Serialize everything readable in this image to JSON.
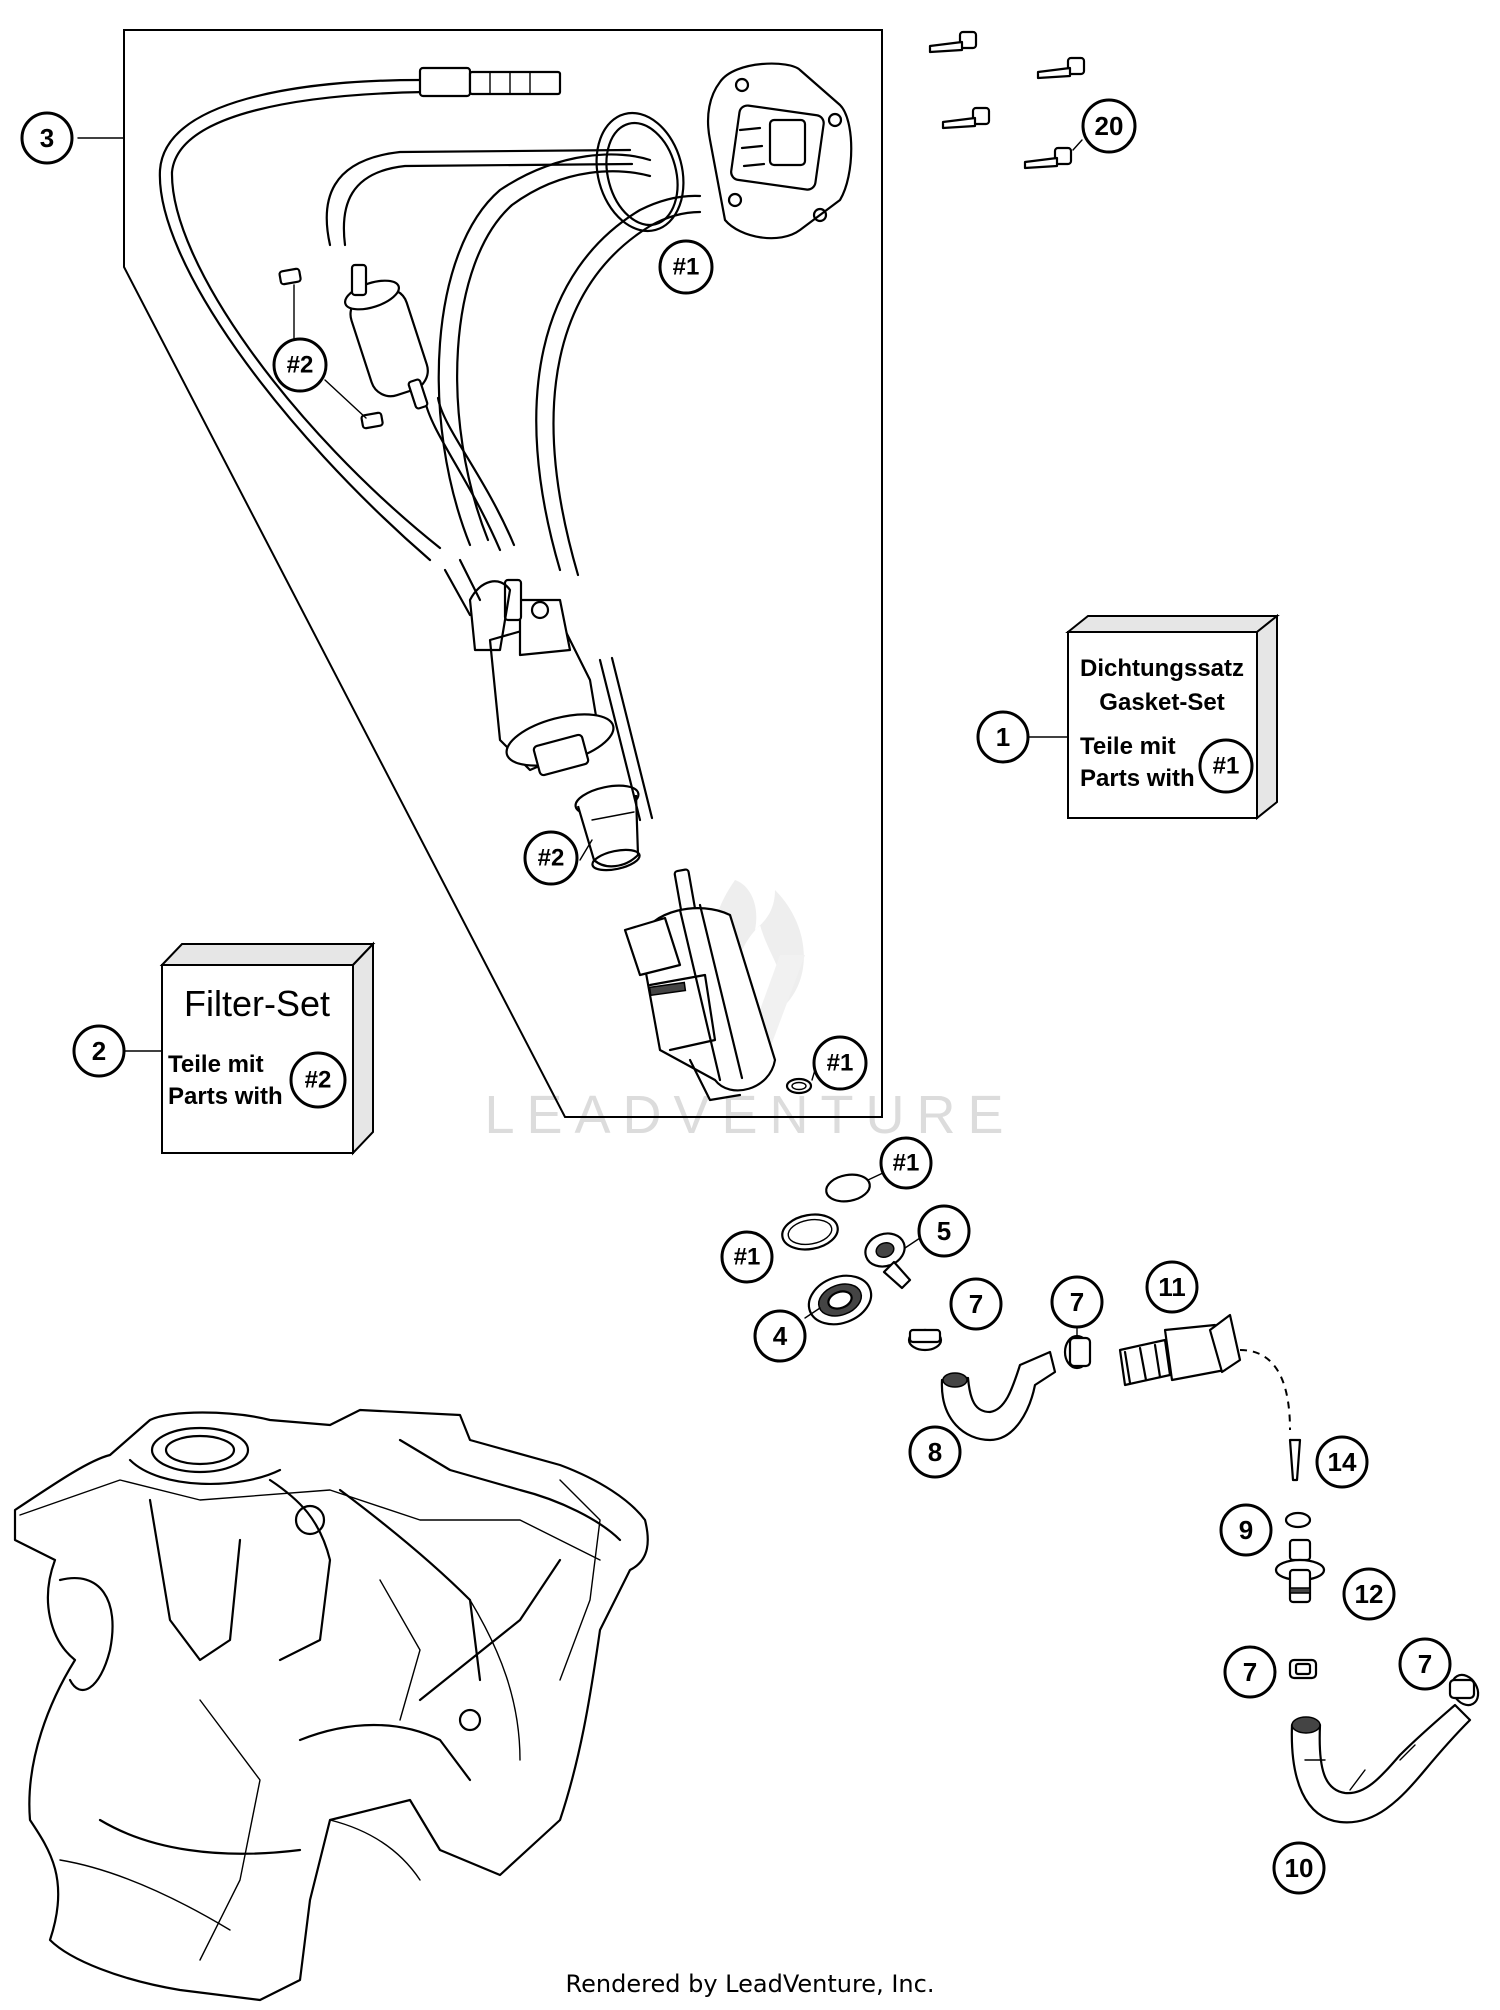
{
  "callouts": {
    "c3": "3",
    "c20": "20",
    "h1_seal": "#1",
    "h2_filter": "#2",
    "h2_sleeve": "#2",
    "h1_pump": "#1",
    "c1": "1",
    "c2": "2",
    "h1_oring_top": "#1",
    "h1_oring_left": "#1",
    "c5": "5",
    "c4": "4",
    "c7_a": "7",
    "c7_b": "7",
    "c11": "11",
    "c8": "8",
    "c14": "14",
    "c9": "9",
    "c12": "12",
    "c7_c": "7",
    "c7_d": "7",
    "c10": "10"
  },
  "kits": {
    "gasket": {
      "line1": "Dichtungssatz",
      "line2": "Gasket-Set",
      "line3": "Teile mit",
      "line4": "Parts with",
      "ref": "#1"
    },
    "filter": {
      "title": "Filter-Set",
      "line1": "Teile mit",
      "line2": "Parts with",
      "ref": "#2"
    }
  },
  "watermark": "LEADVENTURE",
  "footer": "Rendered by LeadVenture, Inc."
}
